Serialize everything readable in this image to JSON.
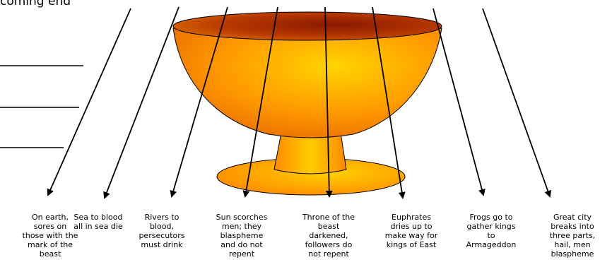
{
  "header_fragment": "coming end",
  "colors": {
    "bowl_light": "#ffd400",
    "bowl_mid": "#ff9a00",
    "bowl_dark": "#e86a00",
    "bowl_inner": "#b03000",
    "outline": "#000000"
  },
  "answer_lines_count": 3,
  "plagues": [
    {
      "id": "sores",
      "caption": "On earth, sores on those with the mark of the beast"
    },
    {
      "id": "sea",
      "caption": "Sea to blood all in sea die"
    },
    {
      "id": "rivers",
      "caption": "Rivers to blood, persecutors must drink"
    },
    {
      "id": "sun",
      "caption": "Sun scorches men; they blaspheme and do not repent"
    },
    {
      "id": "throne",
      "caption": "Throne of the beast darkened, followers do not repent"
    },
    {
      "id": "euphrates",
      "caption": "Euphrates dries up to make way for kings of East"
    },
    {
      "id": "frogs",
      "caption": "Frogs go to gather kings to Armageddon"
    },
    {
      "id": "city",
      "caption": "Great city breaks into three parts, hail, men blaspheme"
    }
  ]
}
